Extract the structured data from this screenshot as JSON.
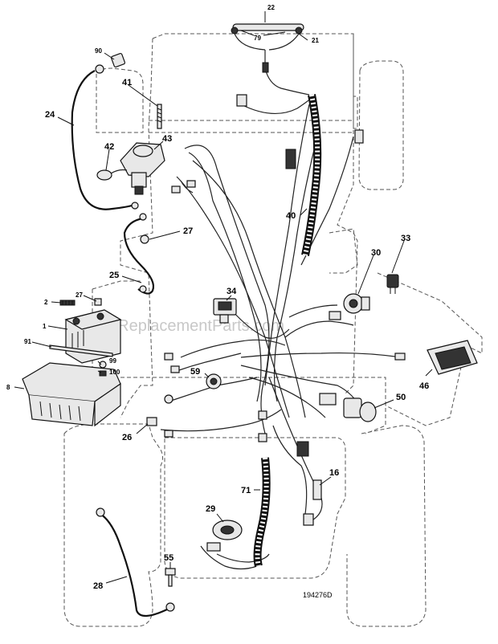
{
  "watermark": "eReplacementParts.com",
  "drawing_code": "194276D",
  "labels": {
    "p22": "22",
    "p79": "79",
    "p21": "21",
    "p90": "90",
    "p41": "41",
    "p24": "24",
    "p42": "42",
    "p43": "43",
    "p40": "40",
    "p27a": "27",
    "p25": "25",
    "p33": "33",
    "p30": "30",
    "p34": "34",
    "p2": "2",
    "p27b": "27",
    "p1": "1",
    "p91": "91",
    "p99": "99",
    "p100": "100",
    "p8": "8",
    "p59": "59",
    "p46": "46",
    "p50": "50",
    "p26": "26",
    "p16": "16",
    "p71": "71",
    "p29": "29",
    "p55": "55",
    "p28": "28"
  }
}
